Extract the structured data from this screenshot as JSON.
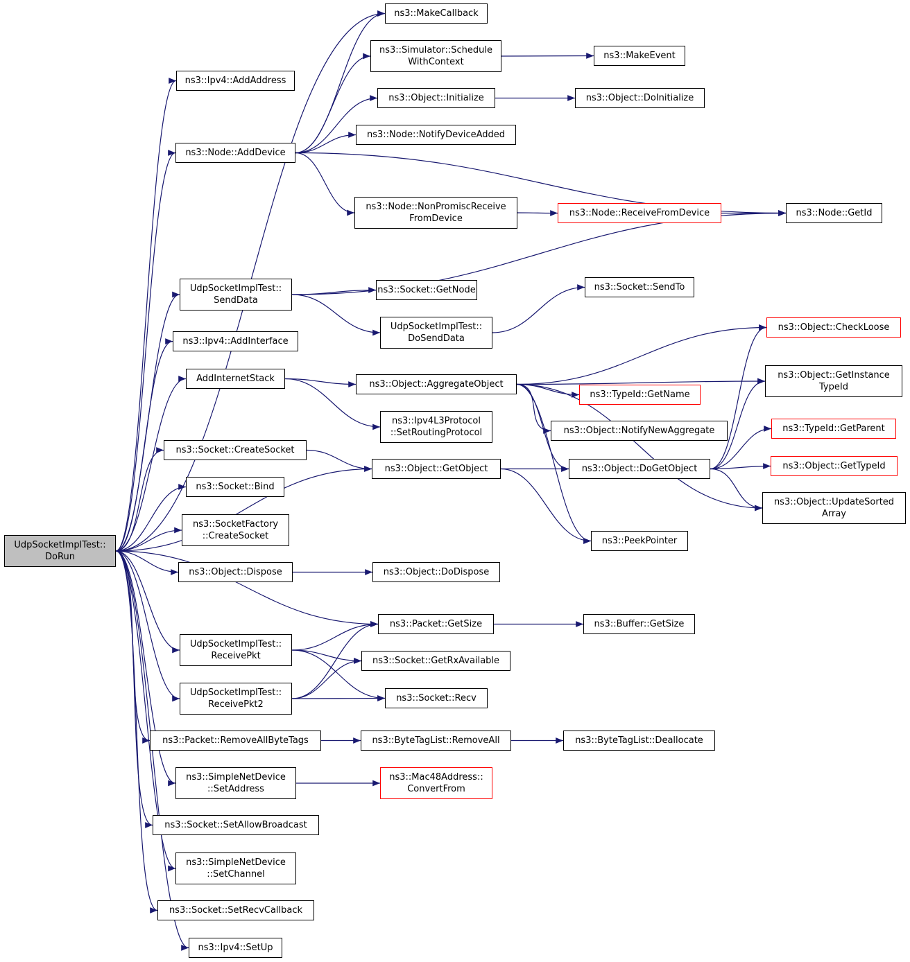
{
  "colors": {
    "edge": "#191970",
    "root_fill": "#bfbfbf",
    "border": "#000000",
    "truncated_border": "#ff0000"
  },
  "nodes": {
    "dorun": {
      "lines": [
        "UdpSocketImplTest::",
        "DoRun"
      ],
      "is_root": true
    },
    "ipv4_addaddress": {
      "lines": [
        "ns3::Ipv4::AddAddress"
      ]
    },
    "node_adddevice": {
      "lines": [
        "ns3::Node::AddDevice"
      ]
    },
    "sendData": {
      "lines": [
        "UdpSocketImplTest::",
        "SendData"
      ]
    },
    "ipv4_addinterface": {
      "lines": [
        "ns3::Ipv4::AddInterface"
      ]
    },
    "addinternetstack": {
      "lines": [
        "AddInternetStack"
      ]
    },
    "socket_createsocket": {
      "lines": [
        "ns3::Socket::CreateSocket"
      ]
    },
    "socket_bind": {
      "lines": [
        "ns3::Socket::Bind"
      ]
    },
    "socketfactory_createsocket": {
      "lines": [
        "ns3::SocketFactory",
        "::CreateSocket"
      ]
    },
    "object_dispose": {
      "lines": [
        "ns3::Object::Dispose"
      ]
    },
    "receivepkt": {
      "lines": [
        "UdpSocketImplTest::",
        "ReceivePkt"
      ]
    },
    "receivepkt2": {
      "lines": [
        "UdpSocketImplTest::",
        "ReceivePkt2"
      ]
    },
    "packet_removeallbytetags": {
      "lines": [
        "ns3::Packet::RemoveAllByteTags"
      ]
    },
    "simplenetdevice_setaddress": {
      "lines": [
        "ns3::SimpleNetDevice",
        "::SetAddress"
      ]
    },
    "socket_setallowbroadcast": {
      "lines": [
        "ns3::Socket::SetAllowBroadcast"
      ]
    },
    "simplenetdevice_setchannel": {
      "lines": [
        "ns3::SimpleNetDevice",
        "::SetChannel"
      ]
    },
    "socket_setrecvcallback": {
      "lines": [
        "ns3::Socket::SetRecvCallback"
      ]
    },
    "ipv4_setup": {
      "lines": [
        "ns3::Ipv4::SetUp"
      ]
    },
    "makecallback": {
      "lines": [
        "ns3::MakeCallback"
      ]
    },
    "simulator_schedulewithcontext": {
      "lines": [
        "ns3::Simulator::Schedule",
        "WithContext"
      ]
    },
    "object_initialize": {
      "lines": [
        "ns3::Object::Initialize"
      ]
    },
    "node_notifydeviceadded": {
      "lines": [
        "ns3::Node::NotifyDeviceAdded"
      ]
    },
    "node_nonpromiscreceivefromdevice": {
      "lines": [
        "ns3::Node::NonPromiscReceive",
        "FromDevice"
      ]
    },
    "socket_getnode": {
      "lines": [
        "ns3::Socket::GetNode"
      ]
    },
    "dosenddata": {
      "lines": [
        "UdpSocketImplTest::",
        "DoSendData"
      ]
    },
    "object_aggregateobject": {
      "lines": [
        "ns3::Object::AggregateObject"
      ]
    },
    "ipv4l3protocol_setroutingprotocol": {
      "lines": [
        "ns3::Ipv4L3Protocol",
        "::SetRoutingProtocol"
      ]
    },
    "object_getobject": {
      "lines": [
        "ns3::Object::GetObject"
      ]
    },
    "object_dodispose": {
      "lines": [
        "ns3::Object::DoDispose"
      ]
    },
    "packet_getsize": {
      "lines": [
        "ns3::Packet::GetSize"
      ]
    },
    "socket_getrxavailable": {
      "lines": [
        "ns3::Socket::GetRxAvailable"
      ]
    },
    "socket_recv": {
      "lines": [
        "ns3::Socket::Recv"
      ]
    },
    "bytetaglist_removeall": {
      "lines": [
        "ns3::ByteTagList::RemoveAll"
      ]
    },
    "mac48address_convertfrom": {
      "lines": [
        "ns3::Mac48Address::",
        "ConvertFrom"
      ],
      "truncated": true
    },
    "makeevent": {
      "lines": [
        "ns3::MakeEvent"
      ]
    },
    "object_doinitialize": {
      "lines": [
        "ns3::Object::DoInitialize"
      ]
    },
    "node_receivefromdevice": {
      "lines": [
        "ns3::Node::ReceiveFromDevice"
      ],
      "truncated": true
    },
    "node_getid": {
      "lines": [
        "ns3::Node::GetId"
      ]
    },
    "socket_sendto": {
      "lines": [
        "ns3::Socket::SendTo"
      ]
    },
    "object_checkloose": {
      "lines": [
        "ns3::Object::CheckLoose"
      ],
      "truncated": true
    },
    "object_getinstancetypeid": {
      "lines": [
        "ns3::Object::GetInstance",
        "TypeId"
      ]
    },
    "typeid_getname": {
      "lines": [
        "ns3::TypeId::GetName"
      ],
      "truncated": true
    },
    "object_notifynewaggregate": {
      "lines": [
        "ns3::Object::NotifyNewAggregate"
      ]
    },
    "typeid_getparent": {
      "lines": [
        "ns3::TypeId::GetParent"
      ],
      "truncated": true
    },
    "object_dogetobject": {
      "lines": [
        "ns3::Object::DoGetObject"
      ]
    },
    "object_gettypeid": {
      "lines": [
        "ns3::Object::GetTypeId"
      ],
      "truncated": true
    },
    "object_updatesortedarray": {
      "lines": [
        "ns3::Object::UpdateSorted",
        "Array"
      ]
    },
    "peekpointer": {
      "lines": [
        "ns3::PeekPointer"
      ]
    },
    "buffer_getsize": {
      "lines": [
        "ns3::Buffer::GetSize"
      ]
    },
    "bytetaglist_deallocate": {
      "lines": [
        "ns3::ByteTagList::Deallocate"
      ]
    }
  },
  "edges": [
    [
      "dorun",
      "ipv4_addaddress"
    ],
    [
      "dorun",
      "node_adddevice"
    ],
    [
      "dorun",
      "sendData"
    ],
    [
      "dorun",
      "ipv4_addinterface"
    ],
    [
      "dorun",
      "addinternetstack"
    ],
    [
      "dorun",
      "socket_createsocket"
    ],
    [
      "dorun",
      "socket_bind"
    ],
    [
      "dorun",
      "socketfactory_createsocket"
    ],
    [
      "dorun",
      "object_dispose"
    ],
    [
      "dorun",
      "receivepkt"
    ],
    [
      "dorun",
      "receivepkt2"
    ],
    [
      "dorun",
      "packet_removeallbytetags"
    ],
    [
      "dorun",
      "simplenetdevice_setaddress"
    ],
    [
      "dorun",
      "socket_setallowbroadcast"
    ],
    [
      "dorun",
      "simplenetdevice_setchannel"
    ],
    [
      "dorun",
      "socket_setrecvcallback"
    ],
    [
      "dorun",
      "ipv4_setup"
    ],
    [
      "dorun",
      "makecallback"
    ],
    [
      "dorun",
      "object_getobject"
    ],
    [
      "dorun",
      "packet_getsize"
    ],
    [
      "node_adddevice",
      "makecallback"
    ],
    [
      "node_adddevice",
      "simulator_schedulewithcontext"
    ],
    [
      "node_adddevice",
      "object_initialize"
    ],
    [
      "node_adddevice",
      "node_notifydeviceadded"
    ],
    [
      "node_adddevice",
      "node_nonpromiscreceivefromdevice"
    ],
    [
      "node_adddevice",
      "node_getid"
    ],
    [
      "simulator_schedulewithcontext",
      "makeevent"
    ],
    [
      "object_initialize",
      "object_doinitialize"
    ],
    [
      "node_nonpromiscreceivefromdevice",
      "node_receivefromdevice"
    ],
    [
      "node_receivefromdevice",
      "node_getid"
    ],
    [
      "sendData",
      "node_getid"
    ],
    [
      "sendData",
      "socket_getnode"
    ],
    [
      "sendData",
      "dosenddata"
    ],
    [
      "dosenddata",
      "socket_sendto"
    ],
    [
      "addinternetstack",
      "object_aggregateobject"
    ],
    [
      "addinternetstack",
      "ipv4l3protocol_setroutingprotocol"
    ],
    [
      "object_aggregateobject",
      "object_checkloose"
    ],
    [
      "object_aggregateobject",
      "object_getinstancetypeid"
    ],
    [
      "object_aggregateobject",
      "typeid_getname"
    ],
    [
      "object_aggregateobject",
      "object_notifynewaggregate"
    ],
    [
      "object_aggregateobject",
      "object_dogetobject"
    ],
    [
      "object_aggregateobject",
      "object_updatesortedarray"
    ],
    [
      "object_aggregateobject",
      "peekpointer"
    ],
    [
      "socket_createsocket",
      "object_getobject"
    ],
    [
      "object_getobject",
      "object_dogetobject"
    ],
    [
      "object_getobject",
      "peekpointer"
    ],
    [
      "object_dogetobject",
      "object_checkloose"
    ],
    [
      "object_dogetobject",
      "object_getinstancetypeid"
    ],
    [
      "object_dogetobject",
      "typeid_getparent"
    ],
    [
      "object_dogetobject",
      "object_gettypeid"
    ],
    [
      "object_dogetobject",
      "object_updatesortedarray"
    ],
    [
      "object_dispose",
      "object_dodispose"
    ],
    [
      "packet_getsize",
      "buffer_getsize"
    ],
    [
      "receivepkt",
      "packet_getsize"
    ],
    [
      "receivepkt",
      "socket_getrxavailable"
    ],
    [
      "receivepkt",
      "socket_recv"
    ],
    [
      "receivepkt2",
      "packet_getsize"
    ],
    [
      "receivepkt2",
      "socket_getrxavailable"
    ],
    [
      "receivepkt2",
      "socket_recv"
    ],
    [
      "packet_removeallbytetags",
      "bytetaglist_removeall"
    ],
    [
      "bytetaglist_removeall",
      "bytetaglist_deallocate"
    ],
    [
      "simplenetdevice_setaddress",
      "mac48address_convertfrom"
    ]
  ]
}
